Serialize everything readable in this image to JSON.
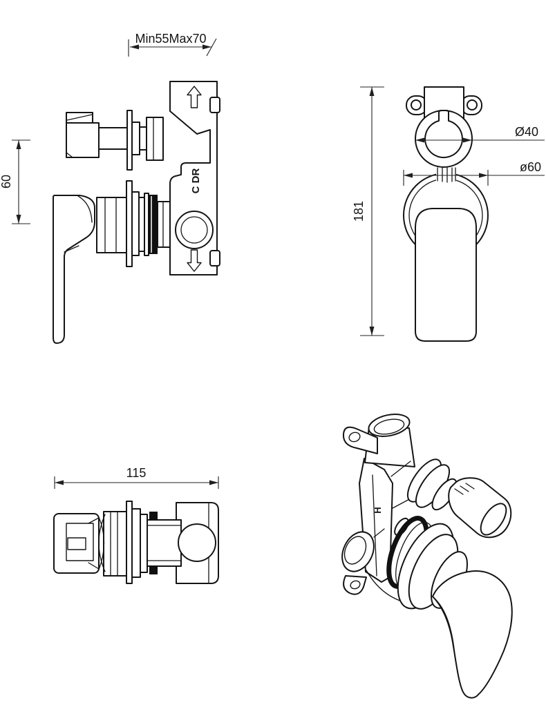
{
  "canvas": {
    "background": "#ffffff",
    "line_color": "#141414"
  },
  "side_view": {
    "dim_depth_label": "Min55Max70",
    "dim_offset_label": "60",
    "body_marking": "C DR"
  },
  "front_view": {
    "dim_height_label": "181",
    "dim_sleeve_label": "Ø40",
    "dim_escutcheon_label": "ø60"
  },
  "top_view": {
    "dim_width_label": "115"
  },
  "isometric_view": {
    "hot_marking": "H"
  }
}
